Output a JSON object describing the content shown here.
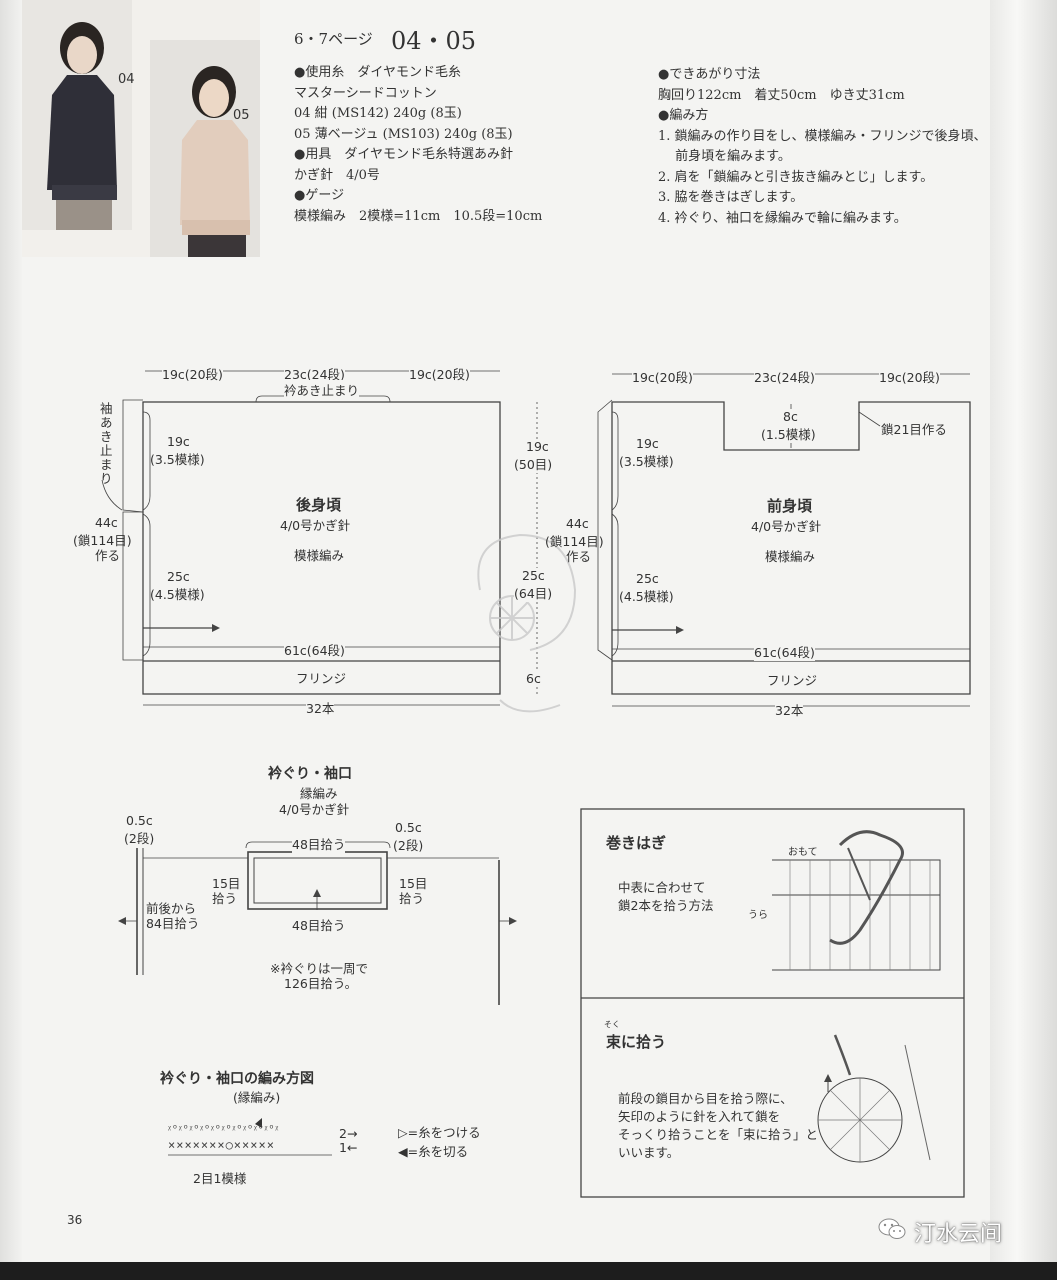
{
  "header": {
    "page_ref": "6・7ページ",
    "pattern_numbers": "04・05"
  },
  "photo": {
    "label_04": "04",
    "label_05": "05"
  },
  "materials": {
    "yarn_heading": "●使用糸　ダイヤモンド毛糸",
    "yarn_name": "マスターシードコットン",
    "yarn_04": "04 紺 (MS142) 240g (8玉)",
    "yarn_05": "05 薄ベージュ (MS103) 240g (8玉)",
    "tool_heading": "●用具　ダイヤモンド毛糸特選あみ針",
    "tool": "かぎ針　4/0号",
    "gauge_heading": "●ゲージ",
    "gauge": "模様編み　2模様=11cm　10.5段=10cm"
  },
  "finished": {
    "heading": "●できあがり寸法",
    "sizes": "胸回り122cm　着丈50cm　ゆき丈31cm",
    "method_heading": "●編み方",
    "steps": [
      "1. 鎖編みの作り目をし、模様編み・フリンジで後身頃、",
      "　 前身頃を編みます。",
      "2. 肩を「鎖編みと引き抜き編みとじ」します。",
      "3. 脇を巻きはぎします。",
      "4. 衿ぐり、袖口を縁編みで輪に編みます。"
    ]
  },
  "back_panel": {
    "dim_left": "19c(20段)",
    "dim_center": "23c(24段)",
    "dim_right": "19c(20段)",
    "neck_stop": "衿あき止まり",
    "sleeve_stop": "袖あき止まり",
    "upper_side": "19c",
    "upper_side_sub": "(3.5模様)",
    "width_a": "44c",
    "width_b": "(鎖114目)",
    "width_c": "作る",
    "lower_side": "25c",
    "lower_side_sub": "(4.5模様)",
    "title": "後身頃",
    "hook": "4/0号かぎ針",
    "stitch": "模様編み",
    "length": "61c(64段)",
    "fringe": "フリンジ",
    "count": "32本",
    "right_upper": "19c",
    "right_upper_sub": "(50目)",
    "right_lower": "25c",
    "right_lower_sub": "(64目)",
    "right_fringe": "6c"
  },
  "front_panel": {
    "dim_left": "19c(20段)",
    "dim_center": "23c(24段)",
    "dim_right": "19c(20段)",
    "neck_depth": "8c",
    "neck_depth_sub": "(1.5模様)",
    "neck_chain": "鎖21目作る",
    "upper_side": "19c",
    "upper_side_sub": "(3.5模様)",
    "width_a": "44c",
    "width_b": "(鎖114目)",
    "width_c": "作る",
    "lower_side": "25c",
    "lower_side_sub": "(4.5模様)",
    "title": "前身頃",
    "hook": "4/0号かぎ針",
    "stitch": "模様編み",
    "length": "61c(64段)",
    "fringe": "フリンジ",
    "count": "32本"
  },
  "neckline": {
    "title": "衿ぐり・袖口",
    "sub1": "縁編み",
    "sub2": "4/0号かぎ針",
    "left_a": "0.5c",
    "left_b": "(2段)",
    "top": "48目拾う",
    "right_a": "0.5c",
    "right_b": "(2段)",
    "side_left_a": "15目",
    "side_left_b": "拾う",
    "side_right_a": "15目",
    "side_right_b": "拾う",
    "bottom": "48目拾う",
    "sleeve_a": "前後から",
    "sleeve_b": "84目拾う",
    "note_a": "※衿ぐりは一周で",
    "note_b": "126目拾う。"
  },
  "edging_chart": {
    "title": "衿ぐり・袖口の編み方図",
    "sub": "(縁編み)",
    "row2": "2→",
    "row1": "1←",
    "repeat": "2目1模様",
    "legend_join": "=糸をつける",
    "legend_cut": "=糸を切る"
  },
  "box_whip": {
    "title": "巻きはぎ",
    "text1": "中表に合わせて",
    "text2": "鎖2本を拾う方法",
    "label_front": "おもて",
    "label_back": "うら"
  },
  "box_bundle": {
    "ruby": "そく",
    "title": "束に拾う",
    "text1": "前段の鎖目から目を拾う際に、",
    "text2": "矢印のように針を入れて鎖を",
    "text3": "そっくり拾うことを「束に拾う」と",
    "text4": "いいます。"
  },
  "footer": {
    "page_number": "36",
    "watermark": "汀水云间"
  },
  "colors": {
    "paper": "#f4f4f2",
    "ink": "#333333",
    "line": "#444444"
  }
}
